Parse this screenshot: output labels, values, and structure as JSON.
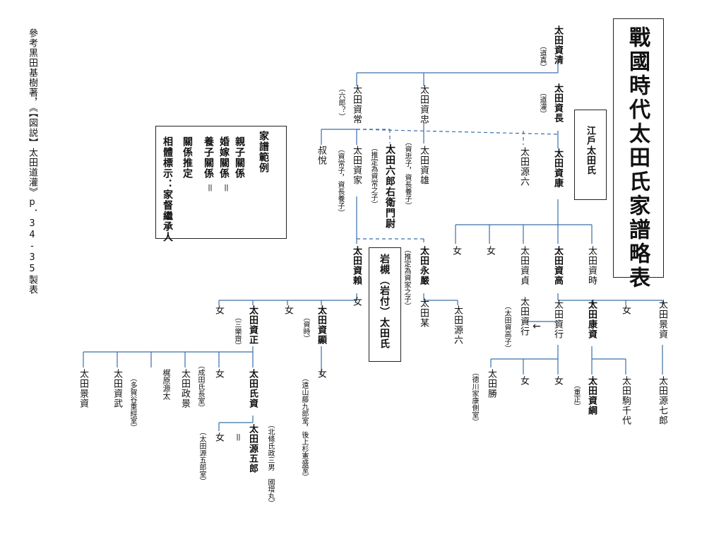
{
  "title": "戰國時代太田氏家譜略表",
  "source": "參考黑田基樹著，《【図説】太田道灌》p．34-35製表",
  "legend": {
    "heading": "家譜範例",
    "rows": [
      "親子關係",
      "婚嫁關係",
      "養子關係",
      "關係推定",
      "相體標示：家督繼承人"
    ],
    "marks": [
      "＝",
      "＝"
    ]
  },
  "clans": {
    "edo": "江戶太田氏",
    "iwatsuki": "岩槻（岩付）太田氏"
  },
  "persons": {
    "sukekiyo": "太田資清",
    "sukekiyo_note": "（道真）",
    "sukenaga": "太田資長",
    "sukenaga_note": "（道灌）",
    "suketsune": "太田資常",
    "suketsune_note": "（六郎？）",
    "suketada": "太田資忠",
    "shukuetsu": "叔悅",
    "sukeie": "太田資家",
    "sukeie_note": "（資常子，資長養子）",
    "rokuro": "太田六郎右衛門尉",
    "rokuro_note": "（推定為資常之子）",
    "sukeo": "太田資雄",
    "sukeo_note": "（資忠子，資長養子）",
    "genroku_a": "太田源六",
    "sukeyasu": "太田資康",
    "sukeyori": "太田資賴",
    "nagahaya": "太田永嚴",
    "nagahaya_note": "（推定為資家之子）",
    "onna_a": "女",
    "onna_b": "女",
    "suketada2": "太田資貞",
    "suketada2_eq": "＝",
    "suketaka": "太田資高",
    "suketoki": "太田資時",
    "onna_1": "女",
    "sukemasa": "太田資正",
    "sukemasa_note": "（三樂齋）",
    "onna_2": "女",
    "sukeaki": "太田資顯",
    "sukeaki_note": "（資時）",
    "onna_3": "女",
    "nanigashi": "太田某",
    "genroku_b": "太田源六",
    "sukeyuki_a": "太田資行",
    "sukeyuki_b": "太田資行",
    "sukeyuki_note": "（太田資高子）",
    "arrow": "←",
    "yasusuke": "太田康資",
    "onna_c": "女",
    "kageshige_a": "太田景資",
    "kageshige_b": "太田景資",
    "suketake": "太田資武",
    "note_tagaya": "（多賀谷重經室）",
    "kajiwara": "梶原源太",
    "masashige": "太田政景",
    "note_narita": "（成田氏長室）",
    "onna_4": "女",
    "ujisuke": "太田氏資",
    "onna_5": "女",
    "note_toyama": "（遠山藤九郎室，後上杉憲盛室）",
    "onna_6": "女",
    "eq_1": "＝",
    "genrokuro": "太田源五郎",
    "note_hojo": "（北條氏政三男 國增丸）",
    "note_genrokuro": "（太田源五郎室）",
    "katsu": "太田勝",
    "note_tokugawa": "（德川家康側室）",
    "onna_7": "女",
    "onna_8": "女",
    "sukemune": "太田資綱",
    "sukemune_note": "（重正）",
    "komachiyo": "太田駒千代",
    "genshichiro": "太田源七郎"
  },
  "colors": {
    "line": "#3a6fa8",
    "text": "#111111",
    "border": "#222222"
  }
}
